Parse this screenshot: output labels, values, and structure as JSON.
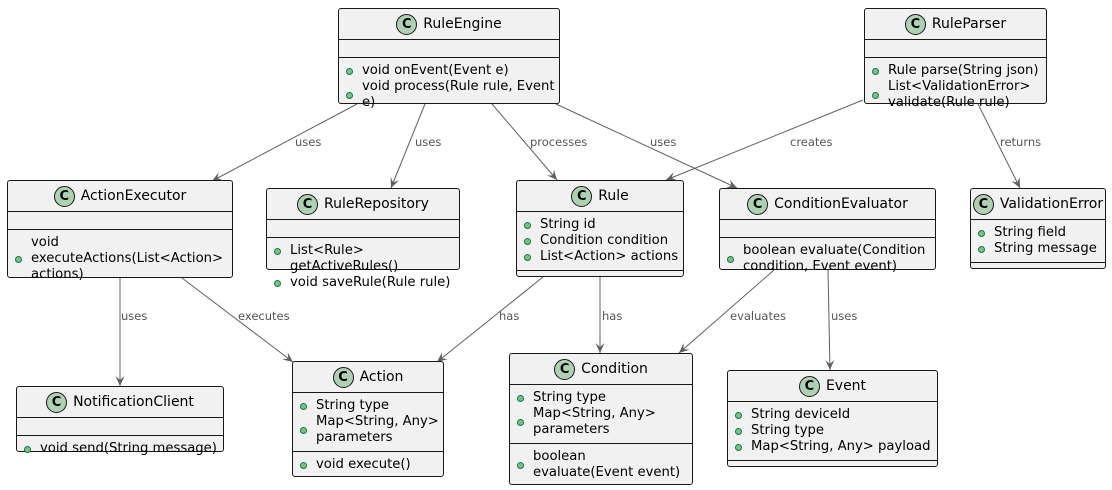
{
  "classes": {
    "rule_engine": {
      "name": "RuleEngine",
      "icon": "C",
      "methods": [
        "void onEvent(Event e)",
        "void process(Rule rule, Event e)"
      ]
    },
    "rule_parser": {
      "name": "RuleParser",
      "icon": "C",
      "methods": [
        "Rule parse(String json)",
        "List<ValidationError> validate(Rule rule)"
      ]
    },
    "action_executor": {
      "name": "ActionExecutor",
      "icon": "C",
      "methods": [
        "void executeActions(List<Action> actions)"
      ]
    },
    "rule_repository": {
      "name": "RuleRepository",
      "icon": "C",
      "methods": [
        "List<Rule> getActiveRules()",
        "void saveRule(Rule rule)"
      ]
    },
    "rule": {
      "name": "Rule",
      "icon": "C",
      "fields": [
        "String id",
        "Condition condition",
        "List<Action> actions"
      ]
    },
    "condition_evaluator": {
      "name": "ConditionEvaluator",
      "icon": "C",
      "methods": [
        "boolean evaluate(Condition condition, Event event)"
      ]
    },
    "validation_error": {
      "name": "ValidationError",
      "icon": "C",
      "fields": [
        "String field",
        "String message"
      ]
    },
    "notification_client": {
      "name": "NotificationClient",
      "icon": "C",
      "methods": [
        "void send(String message)"
      ]
    },
    "action": {
      "name": "Action",
      "icon": "C",
      "fields": [
        "String type",
        "Map<String, Any> parameters"
      ],
      "methods": [
        "void execute()"
      ]
    },
    "condition": {
      "name": "Condition",
      "icon": "C",
      "fields": [
        "String type",
        "Map<String, Any> parameters"
      ],
      "methods": [
        "boolean evaluate(Event event)"
      ]
    },
    "event": {
      "name": "Event",
      "icon": "C",
      "fields": [
        "String deviceId",
        "String type",
        "Map<String, Any> payload"
      ]
    }
  },
  "relations": [
    {
      "from": "RuleEngine",
      "to": "ActionExecutor",
      "label": "uses"
    },
    {
      "from": "RuleEngine",
      "to": "RuleRepository",
      "label": "uses"
    },
    {
      "from": "RuleEngine",
      "to": "Rule",
      "label": "processes"
    },
    {
      "from": "RuleEngine",
      "to": "ConditionEvaluator",
      "label": "uses"
    },
    {
      "from": "RuleParser",
      "to": "Rule",
      "label": "creates"
    },
    {
      "from": "RuleParser",
      "to": "ValidationError",
      "label": "returns"
    },
    {
      "from": "ActionExecutor",
      "to": "NotificationClient",
      "label": "uses"
    },
    {
      "from": "ActionExecutor",
      "to": "Action",
      "label": "executes"
    },
    {
      "from": "Rule",
      "to": "Action",
      "label": "has"
    },
    {
      "from": "Rule",
      "to": "Condition",
      "label": "has"
    },
    {
      "from": "ConditionEvaluator",
      "to": "Condition",
      "label": "evaluates"
    },
    {
      "from": "ConditionEvaluator",
      "to": "Event",
      "label": "uses"
    }
  ],
  "colors": {
    "class_fill": "#f1f1f1",
    "class_border": "#181818",
    "icon_fill": "#add1b2",
    "member_dot": "#84be84",
    "edge": "#5f5f5f",
    "label": "#555555"
  }
}
